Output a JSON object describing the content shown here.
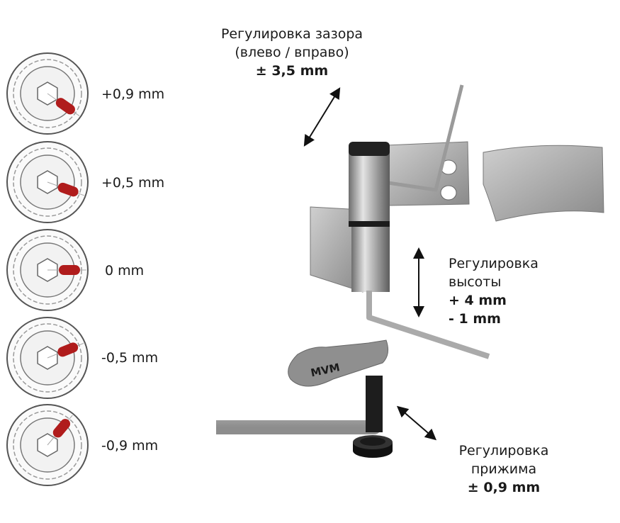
{
  "dials": [
    {
      "label": "+0,9 mm",
      "angle_deg": 35
    },
    {
      "label": "+0,5 mm",
      "angle_deg": 20
    },
    {
      "label": "0 mm",
      "angle_deg": 0
    },
    {
      "label": "-0,5 mm",
      "angle_deg": -22
    },
    {
      "label": "-0,9 mm",
      "angle_deg": -50
    }
  ],
  "gap_adjust": {
    "title": "Регулировка зазора",
    "subtitle": "(влево / вправо)",
    "value": "± 3,5 mm"
  },
  "height_adjust": {
    "title": "Регулировка",
    "subtitle": "высоты",
    "value_plus": "+ 4 mm",
    "value_minus": "- 1 mm"
  },
  "press_adjust": {
    "title": "Регулировка",
    "subtitle": "прижима",
    "value": "± 0,9 mm"
  },
  "logo_text": "MVM",
  "colors": {
    "pin": "#b01c1c",
    "metal": "#a9a9a9",
    "dark": "#1b1b1b"
  }
}
